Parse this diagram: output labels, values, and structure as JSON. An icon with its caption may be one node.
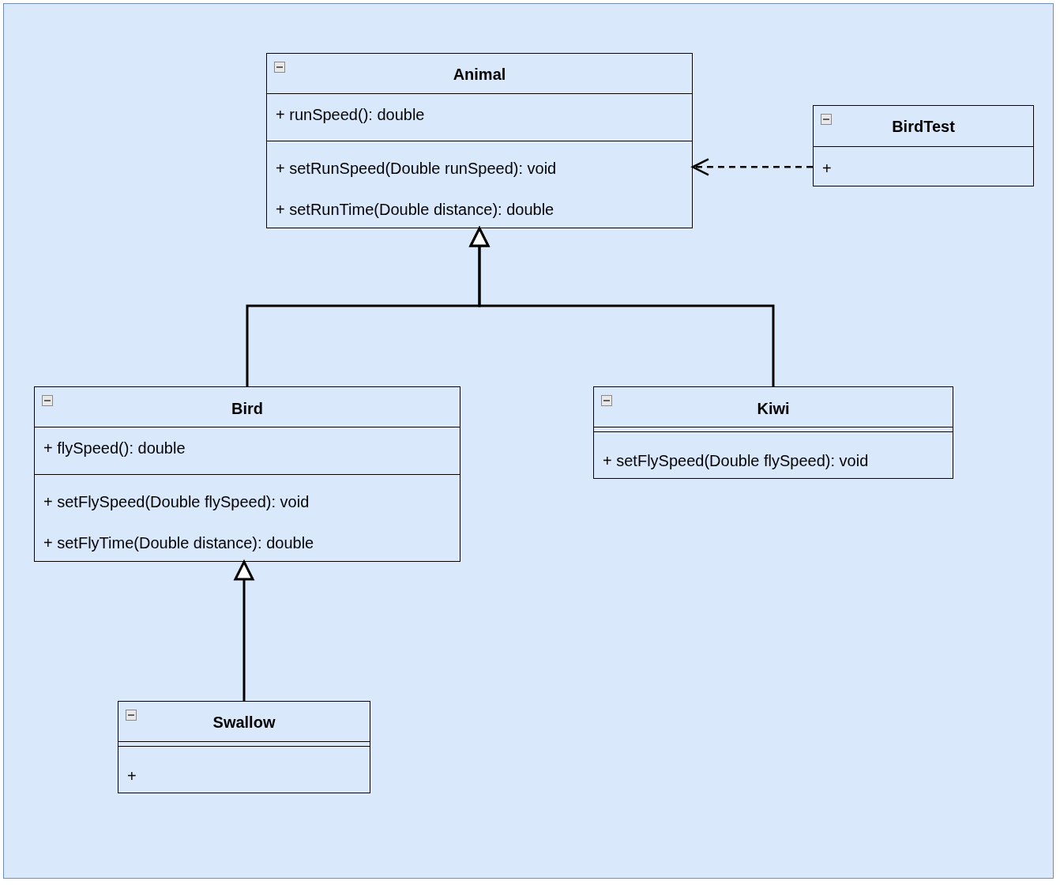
{
  "diagram": {
    "nodes": [
      {
        "text": [
          "Animal",
          "+ runSpeed(): double",
          "+ setRunSpeed(Double runSpeed): void",
          "+ setRunTime(Double distance): double"
        ]
      },
      {
        "text": [
          "BirdTest",
          "+"
        ]
      },
      {
        "text": [
          "Bird",
          "+ flySpeed(): double",
          "+ setFlySpeed(Double flySpeed): void",
          "+ setFlyTime(Double distance): double"
        ]
      },
      {
        "text": [
          "Kiwi",
          "+ setFlySpeed(Double flySpeed): void"
        ]
      },
      {
        "text": [
          "Swallow",
          "+"
        ]
      }
    ],
    "edges": [
      {
        "from": 2,
        "to": 0,
        "arrow": "to"
      },
      {
        "from": 3,
        "to": 0,
        "arrow": "to"
      },
      {
        "from": 4,
        "to": 2,
        "arrow": "to"
      },
      {
        "from": 1,
        "to": 0,
        "arrow": "to",
        "style": "dashed"
      }
    ]
  }
}
